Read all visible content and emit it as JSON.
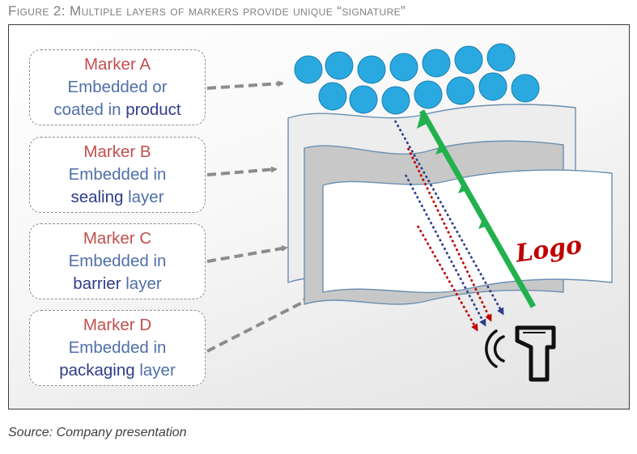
{
  "figure": {
    "title": "Figure 2: Multiple layers of markers provide unique “signature”",
    "source": "Source: Company presentation"
  },
  "markers": [
    {
      "name": "Marker A",
      "line1": "Embedded or",
      "pre": "coated in ",
      "key": "product",
      "post": ""
    },
    {
      "name": "Marker B",
      "line1": "Embedded in",
      "pre": "",
      "key": "sealing",
      "post": " layer"
    },
    {
      "name": "Marker C",
      "line1": "Embedded in",
      "pre": "",
      "key": "barrier",
      "post": " layer"
    },
    {
      "name": "Marker D",
      "line1": "Embedded in",
      "pre": "",
      "key": "packaging",
      "post": " layer"
    }
  ],
  "package": {
    "logo_text": "Logo"
  },
  "colors": {
    "title": "#7f7f7f",
    "marker_name": "#c0504d",
    "marker_text": "#4f6fa8",
    "marker_keyword": "#2e3d8a",
    "particles": "#2aa9e0",
    "signal_up": "#22b14c",
    "signal_down_red": "#c00000",
    "signal_down_blue": "#2e3d8a",
    "logo": "#c00000"
  },
  "icons": {
    "particles": "circle-particles-icon",
    "scanner": "barcode-scanner-icon",
    "wireless": "wireless-signal-icon"
  }
}
